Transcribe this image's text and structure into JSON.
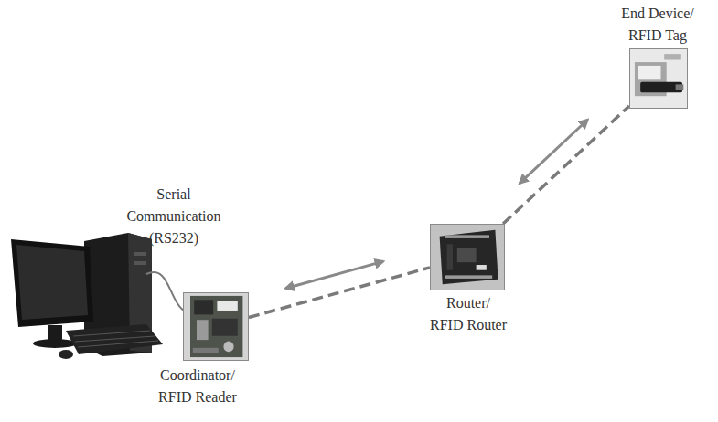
{
  "diagram": {
    "nodes": [
      {
        "text": [
          "Coordinator/ RFID Reader"
        ]
      },
      {
        "text": [
          "Router/ RFID Router"
        ]
      },
      {
        "text": [
          "End Device/ RFID Tag"
        ]
      }
    ],
    "edges": [
      {
        "from": 0,
        "to": 1,
        "arrow": "both"
      },
      {
        "from": 1,
        "to": 2,
        "arrow": "both"
      }
    ],
    "labels": [
      "Serial Communication (RS232)"
    ]
  }
}
